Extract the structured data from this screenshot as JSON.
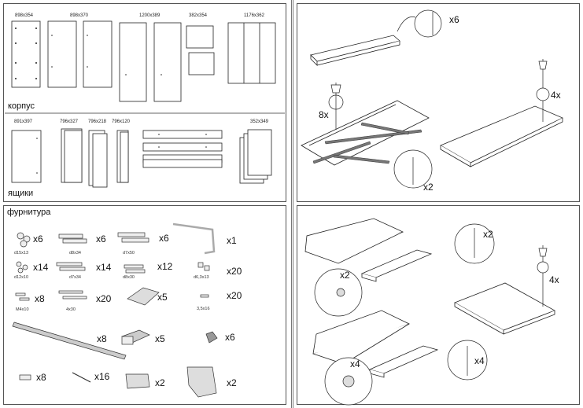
{
  "korpus": {
    "title": "корпус",
    "dims": [
      "898x354",
      "898x370",
      "1200x389",
      "382x354",
      "1176x362"
    ]
  },
  "yashchiki": {
    "title": "ящики",
    "dims": [
      "891x397",
      "796x327",
      "796x218",
      "796x120",
      "352x349"
    ]
  },
  "furnitura": {
    "title": "фурнитура",
    "items": [
      {
        "count": "x6",
        "size": "d15x13"
      },
      {
        "count": "x6",
        "size": "d8x34"
      },
      {
        "count": "x6",
        "size": "d7x50"
      },
      {
        "count": "x1",
        "size": ""
      },
      {
        "count": "x14",
        "size": "d12x10"
      },
      {
        "count": "x14",
        "size": "d7x34"
      },
      {
        "count": "x12",
        "size": "d8x30"
      },
      {
        "count": "x20",
        "size": "d6,3x13"
      },
      {
        "count": "x8",
        "size": "M4x10"
      },
      {
        "count": "x20",
        "size": "4x30"
      },
      {
        "count": "x5",
        "size": ""
      },
      {
        "count": "x20",
        "size": "3,5x16"
      },
      {
        "count": "x8",
        "size": ""
      },
      {
        "count": "x5",
        "size": ""
      },
      {
        "count": "x6",
        "size": ""
      },
      {
        "count": "x8",
        "size": ""
      },
      {
        "count": "x16",
        "size": ""
      },
      {
        "count": "x2",
        "size": ""
      },
      {
        "count": "x2",
        "size": ""
      }
    ]
  },
  "step1": {
    "callouts": [
      "x6",
      "4x",
      "8x",
      "x2"
    ]
  },
  "step2": {
    "callouts": [
      "x2",
      "x2",
      "4x",
      "x4",
      "x4"
    ]
  }
}
